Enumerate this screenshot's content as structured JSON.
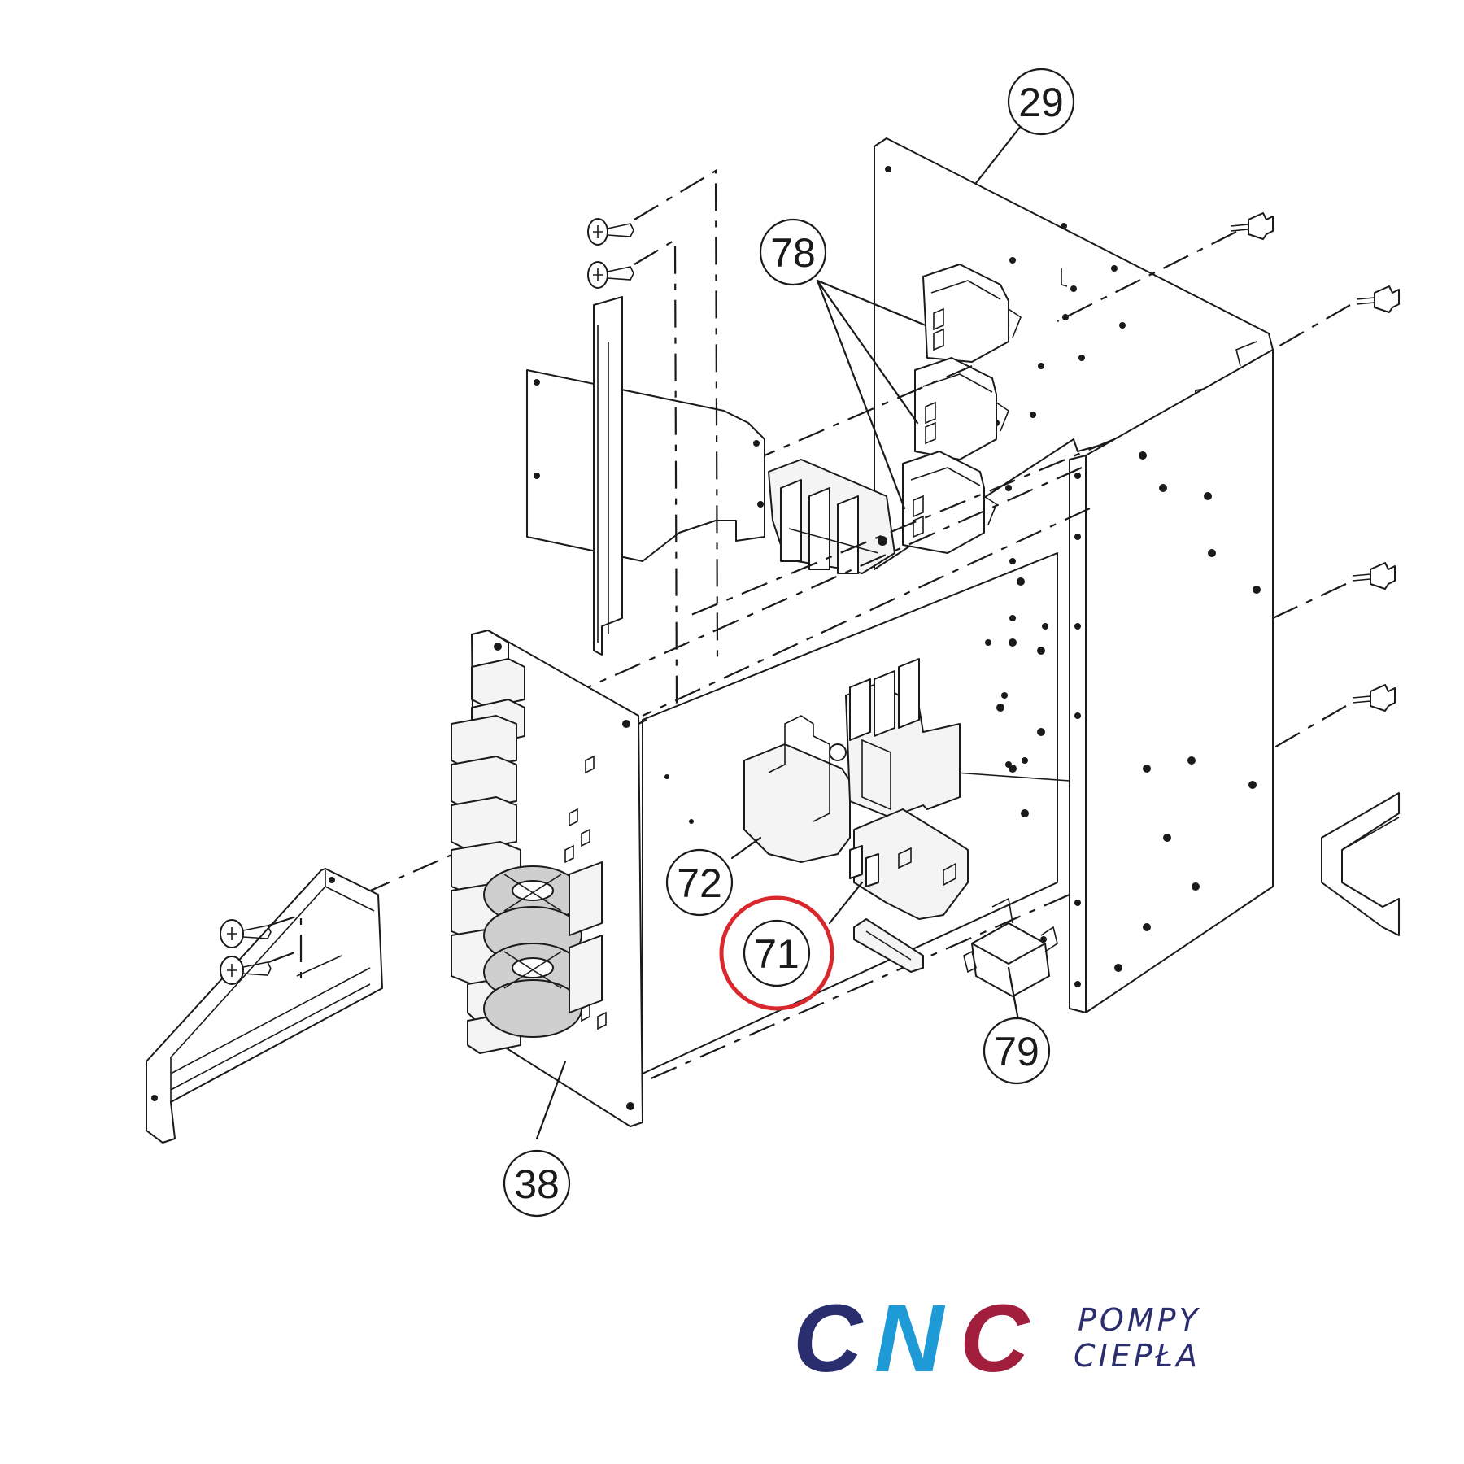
{
  "callouts": [
    {
      "id": "29",
      "label": "29"
    },
    {
      "id": "78",
      "label": "78"
    },
    {
      "id": "72",
      "label": "72"
    },
    {
      "id": "71",
      "label": "71",
      "highlighted": true
    },
    {
      "id": "79",
      "label": "79"
    },
    {
      "id": "38",
      "label": "38"
    }
  ],
  "highlight_color": "#d9272e",
  "logo": {
    "letters": [
      "C",
      "N",
      "C"
    ],
    "letter_colors": [
      "#2b2e6e",
      "#1e9ad6",
      "#a11f3d"
    ],
    "tagline_line1": "POMPY",
    "tagline_line2": "CIEPŁA"
  }
}
